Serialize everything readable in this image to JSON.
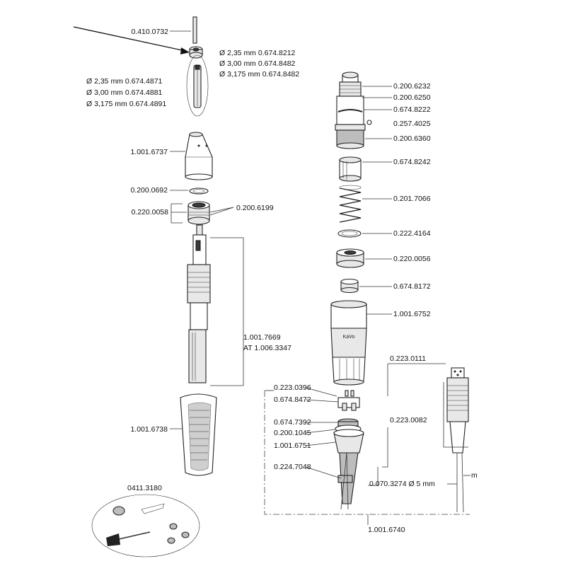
{
  "left_column": {
    "rod": "0.410.0732",
    "insert": [
      "Ø 2,35 mm 0.674.8212",
      "Ø 3,00 mm 0.674.8482",
      "Ø 3,175 mm 0.674.8482"
    ],
    "collet": [
      "Ø 2,35 mm 0.674.4871",
      "Ø 3,00 mm 0.674.4881",
      "Ø 3,175 mm 0.674.4891"
    ],
    "nose_cap": "1.001.6737",
    "ring": "0.200.0692",
    "bushing": "0.220.0058",
    "bushing_pins": "0.200.6199",
    "shaft": [
      "1.001.7669",
      "AT 1.006.3347"
    ],
    "grip_sleeve": "1.001.6738",
    "kit": "0411.3180"
  },
  "right_column": {
    "labels": [
      "0.200.6232",
      "0.200.6250",
      "0.674.8222",
      "0.257.4025",
      "0.200.6360",
      "0.674.8242",
      "0.201.7066",
      "0.222.4164",
      "0.220.0056",
      "0.674.8172",
      "1.001.6752"
    ],
    "housing_brand": "KaVo"
  },
  "connector": {
    "left_labels": [
      "0.223.0396",
      "0.674.8472",
      "0.674.7392",
      "0.200.1045",
      "1.001.6751",
      "0.224.7048"
    ],
    "plug": "0.223.0111",
    "cable_sleeve": "0.223.0082",
    "cable": "0.070.3274 Ø 5 mm",
    "cable_letter": "m",
    "assembly": "1.001.6740"
  }
}
